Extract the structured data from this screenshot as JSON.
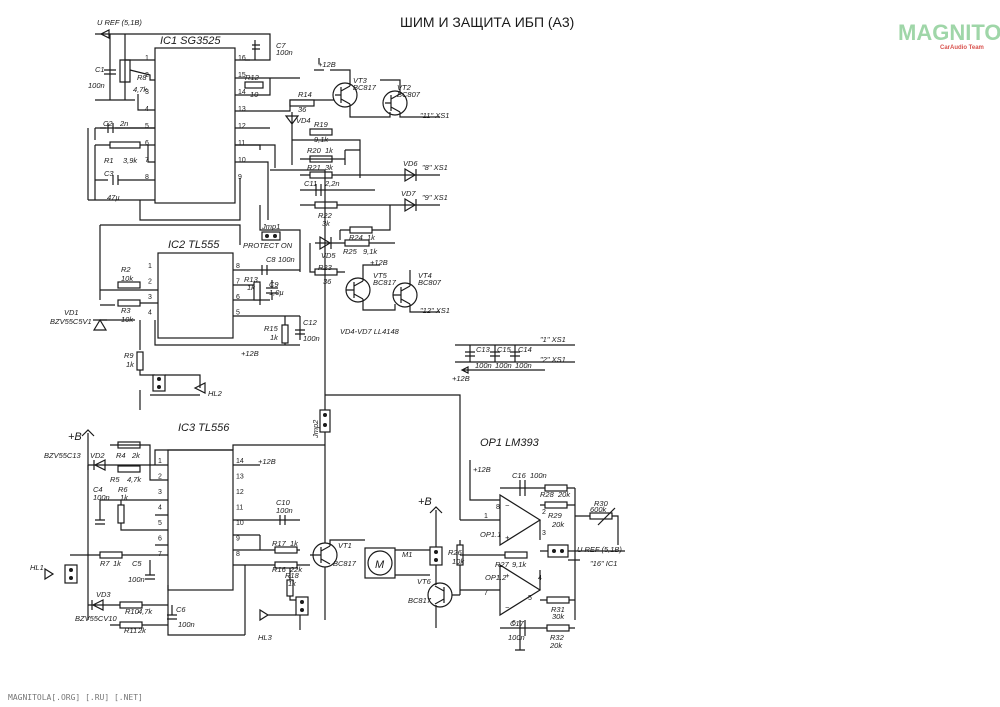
{
  "title": "ШИМ И ЗАЩИТА ИБП (А3)",
  "logo": {
    "main": "MAGNITOLA",
    "sub": "CarAudio Team"
  },
  "footer": "MAGNITOLA[.ORG] [.RU] [.NET]",
  "ics": {
    "ic1": "IC1 SG3525",
    "ic2": "IC2 TL555",
    "ic3": "IC3 TL556",
    "op1": "OP1 LM393",
    "op11": "OP1.1",
    "op12": "OP1.2"
  },
  "rails": {
    "uref": "U REF (5,1В)",
    "v12": "+12В",
    "vb": "+В"
  },
  "components": {
    "C7": "C7",
    "C7v": "100n",
    "C1": "C1",
    "C1v": "100n",
    "R8": "R8",
    "R8v": "4,7k",
    "R12": "R12",
    "R12v": "10",
    "R14": "R14",
    "R14v": "36",
    "VT3": "VT3",
    "VT3t": "BC817",
    "VT2": "VT2",
    "VT2t": "BC807",
    "VD4": "VD4",
    "R19": "R19",
    "R19v": "9,1k",
    "R20": "R20",
    "R20v": "1k",
    "R21": "R21",
    "R21v": "3k",
    "C11": "C11",
    "C11v": "2,2n",
    "R22": "R22",
    "R22v": "3k",
    "C2": "C2",
    "C2v": "2n",
    "R1": "R1",
    "R1v": "3,9k",
    "C3": "C3",
    "C3v": "47µ",
    "VD6": "VD6",
    "VD7": "VD7",
    "R24": "R24",
    "R24v": "1k",
    "R25": "R25",
    "R25v": "9,1k",
    "VD5": "VD5",
    "R23": "R23",
    "R23v": "36",
    "VT5": "VT5",
    "VT5t": "BC817",
    "VT4": "VT4",
    "VT4t": "BC807",
    "Jmp1": "Jmp1",
    "protect": "PROTECT ON",
    "C8": "C8",
    "C8v": "100n",
    "R13": "R13",
    "R13v": "1k",
    "C9": "C9",
    "C9v": "1,0µ",
    "R2": "R2",
    "R2v": "10k",
    "R3": "R3",
    "R3v": "10k",
    "VD1": "VD1",
    "VD1t": "BZV55C5V1",
    "R15": "R15",
    "R15v": "1k",
    "C12": "C12",
    "C12v": "100n",
    "vdnote": "VD4-VD7 LL4148",
    "R9": "R9",
    "R9v": "1k",
    "HL2": "HL2",
    "C13": "C13",
    "C15": "C15",
    "C14": "C14",
    "cv": "100n",
    "Jmp2": "Jmp2",
    "VD2": "VD2",
    "VD2t": "BZV55C13",
    "R4": "R4",
    "R4v": "2k",
    "R5": "R5",
    "R5v": "4,7k",
    "C4": "C4",
    "C4v": "100n",
    "R6": "R6",
    "R6v": "1k",
    "HL1": "HL1",
    "R7": "R7",
    "R7v": "1k",
    "C5": "C5",
    "C5v": "100n",
    "VD3": "VD3",
    "VD3t": "BZV55CV10",
    "R10": "R10",
    "R10v": "4,7k",
    "R11": "R11",
    "R11v": "2k",
    "C6": "C6",
    "C6v": "100n",
    "C10": "C10",
    "C10v": "100n",
    "R17": "R17",
    "R17v": "1k",
    "R16": "R16",
    "R16v": "22k",
    "VT1": "VT1",
    "VT1t": "BC817",
    "R18": "R18",
    "R18v": "1k",
    "HL3": "HL3",
    "M1": "M1",
    "Msym": "M",
    "VT6": "VT6",
    "VT6t": "BC817",
    "R26": "R26",
    "R26v": "10k",
    "C16": "C16",
    "C16v": "100n",
    "R28": "R28",
    "R28v": "20k",
    "R29": "R29",
    "R29v": "20k",
    "R30": "R30",
    "R30v": "600k",
    "R27": "R27",
    "R27v": "9,1k",
    "R31": "R31",
    "R31v": "30k",
    "C17": "C17",
    "C17v": "100n",
    "R32": "R32",
    "R32v": "20k"
  },
  "connectors": {
    "xs11": "\"11\" XS1",
    "xs8": "\"8\" XS1",
    "xs9": "\"9\" XS1",
    "xs12": "\"12\" XS1",
    "xs1": "\"1\" XS1",
    "xs2": "\"2\" XS1",
    "ic16": "\"16\" IC1"
  },
  "pins": {
    "ic1L": [
      "1",
      "2",
      "3",
      "4",
      "5",
      "6",
      "7",
      "8"
    ],
    "ic1R": [
      "16",
      "15",
      "14",
      "13",
      "12",
      "11",
      "10",
      "9"
    ],
    "ic2L": [
      "1",
      "2",
      "3",
      "4"
    ],
    "ic2R": [
      "8",
      "7",
      "6",
      "5"
    ],
    "ic3L": [
      "1",
      "2",
      "3",
      "4",
      "5",
      "6",
      "7"
    ],
    "ic3R": [
      "14",
      "13",
      "12",
      "11",
      "10",
      "9",
      "8"
    ],
    "op": [
      "8",
      "1",
      "2",
      "3",
      "4",
      "5",
      "6",
      "7"
    ]
  }
}
